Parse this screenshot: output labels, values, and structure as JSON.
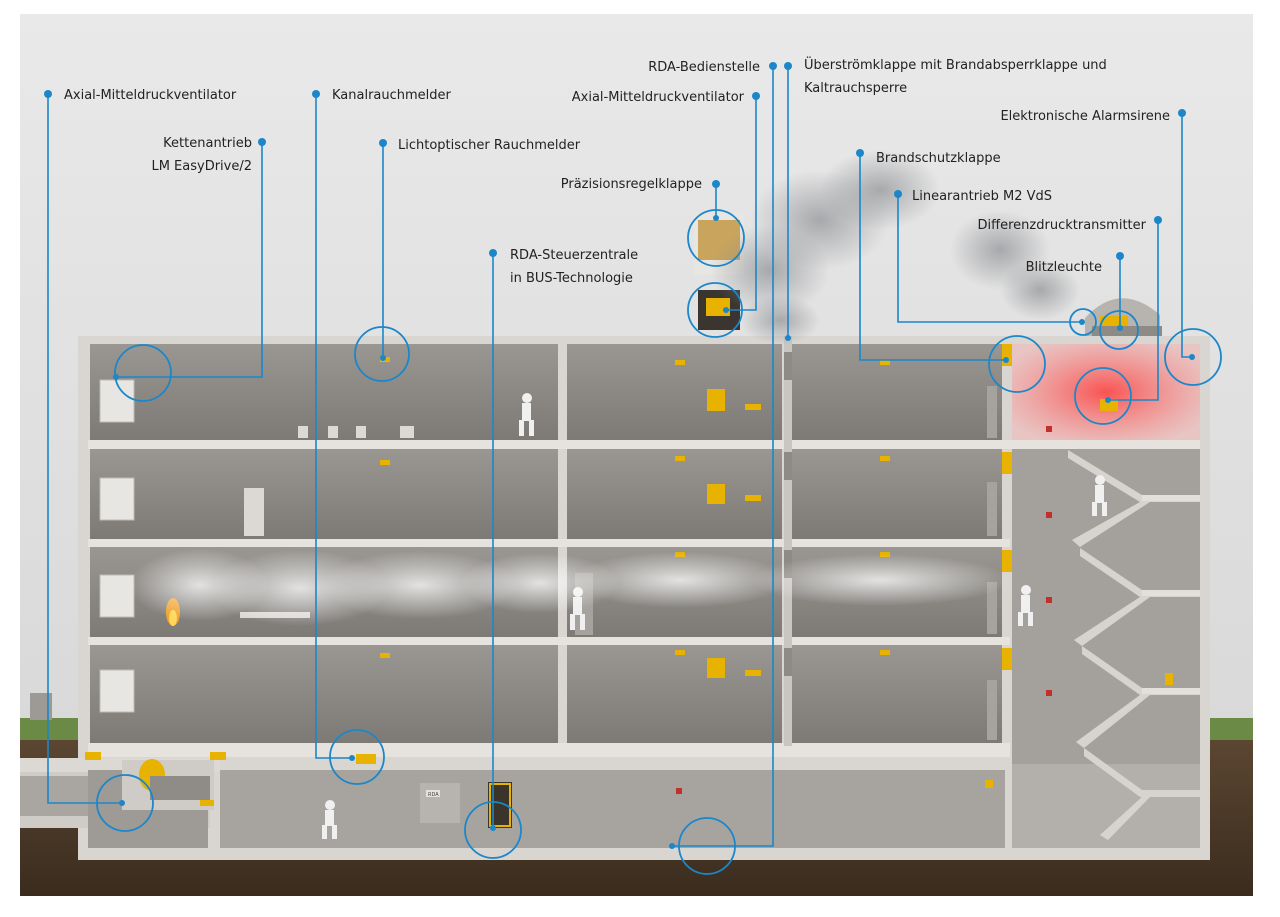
{
  "colors": {
    "callout": "#1b87c9",
    "device": "#e8b200",
    "alarm_zone": "#f26a6a",
    "wall": "#d9d6d2",
    "room": "#8c8985",
    "sky": "#e4e4e4",
    "soil": "#4f3c2a",
    "grass": "#6a8a45"
  },
  "callouts": {
    "fan_left": {
      "line1": "Axial-Mitteldruckventilator",
      "icon": "axial-fan-icon"
    },
    "chain_drive": {
      "line1": "Kettenantrieb",
      "line2": "LM EasyDrive/2",
      "icon": "chain-drive-icon"
    },
    "duct_detector": {
      "line1": "Kanalrauchmelder",
      "icon": "duct-smoke-detector-icon"
    },
    "optical_detector": {
      "line1": "Lichtoptischer Rauchmelder",
      "icon": "optical-smoke-detector-icon"
    },
    "control_unit": {
      "line1": "RDA-Steuerzentrale",
      "line2": "in BUS-Technologie",
      "icon": "control-cabinet-icon"
    },
    "precision_damper": {
      "line1": "Präzisionsregelklappe",
      "icon": "precision-damper-icon"
    },
    "operator_panel": {
      "line1": "RDA-Bedienstelle",
      "icon": "operator-panel-icon"
    },
    "fan_top": {
      "line1": "Axial-Mitteldruckventilator",
      "icon": "axial-fan-icon"
    },
    "overflow_damper": {
      "line1": "Überströmklappe mit Brandabsperrklappe und",
      "line2": "Kaltrauchsperre",
      "icon": "overflow-damper-icon"
    },
    "siren": {
      "line1": "Elektronische Alarmsirene",
      "icon": "alarm-siren-icon"
    },
    "fire_damper": {
      "line1": "Brandschutzklappe",
      "icon": "fire-damper-icon"
    },
    "linear_drive": {
      "line1": "Linearantrieb M2 VdS",
      "icon": "linear-drive-icon"
    },
    "pressure_transmitter": {
      "line1": "Differenzdrucktransmitter",
      "icon": "pressure-transmitter-icon"
    },
    "flash_light": {
      "line1": "Blitzleuchte",
      "icon": "flash-light-icon"
    }
  },
  "cabinet_label": "RDA"
}
